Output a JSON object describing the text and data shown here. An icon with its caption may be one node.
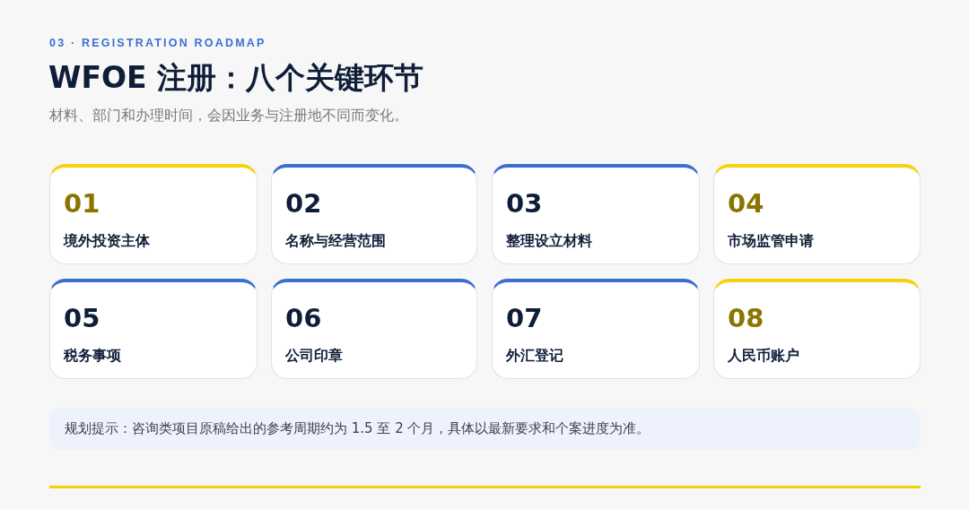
{
  "diagram": {
    "title": "WFOE 注册：八个关键环节",
    "nodes": [
      {
        "text": [
          "01",
          "境外投资主体"
        ]
      },
      {
        "text": [
          "02",
          "名称与经营范围"
        ]
      },
      {
        "text": [
          "03",
          "整理设立材料"
        ]
      },
      {
        "text": [
          "04",
          "市场监管申请"
        ]
      },
      {
        "text": [
          "05",
          "税务事项"
        ]
      },
      {
        "text": [
          "06",
          "公司印章"
        ]
      },
      {
        "text": [
          "07",
          "外汇登记"
        ]
      },
      {
        "text": [
          "08",
          "人民币账户"
        ]
      },
      {
        "text": [
          "规划提示：咨询类项目原稿给出的参考周期约为 1.5 至 2 个月，具体以最新要求和个案进度为准。"
        ]
      }
    ],
    "labels": [
      "03 · REGISTRATION ROADMAP",
      "材料、部门和办理时间，会因业务与注册地不同而变化。"
    ]
  }
}
